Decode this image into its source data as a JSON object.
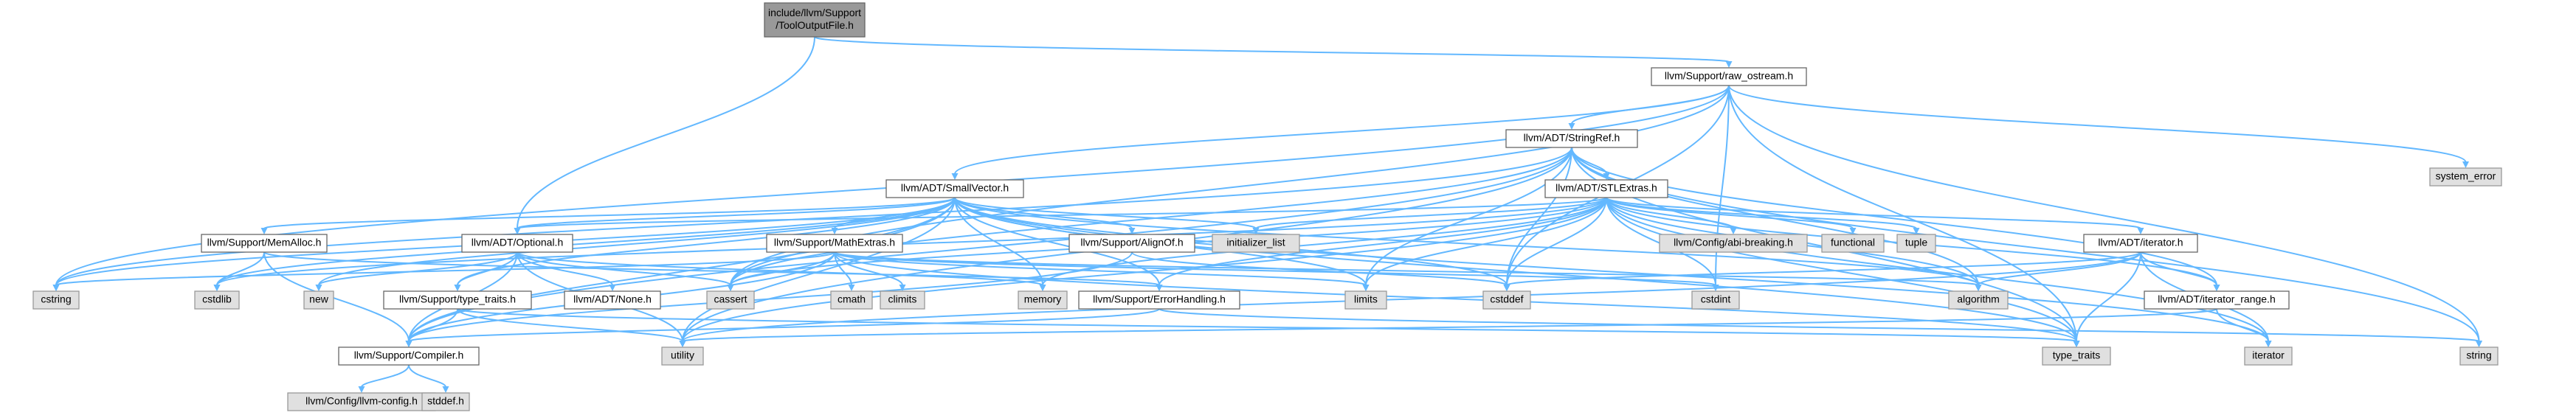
{
  "colors": {
    "root_fill": "#999999",
    "root_stroke": "#666666",
    "header_fill": "#ffffff",
    "header_stroke": "#666666",
    "system_fill": "#e0e0e0",
    "system_stroke": "#999999",
    "edge": "#63b8ff"
  },
  "nodes": [
    {
      "id": "root",
      "label": [
        "include/llvm/Support",
        "/ToolOutputFile.h"
      ],
      "kind": "root"
    },
    {
      "id": "raw_ostream",
      "label": [
        "llvm/Support/raw_ostream.h"
      ],
      "kind": "header"
    },
    {
      "id": "system_error",
      "label": [
        "system_error"
      ],
      "kind": "system"
    },
    {
      "id": "string",
      "label": [
        "string"
      ],
      "kind": "system"
    },
    {
      "id": "stringref",
      "label": [
        "llvm/ADT/StringRef.h"
      ],
      "kind": "header"
    },
    {
      "id": "smallvector",
      "label": [
        "llvm/ADT/SmallVector.h"
      ],
      "kind": "header"
    },
    {
      "id": "stlextras",
      "label": [
        "llvm/ADT/STLExtras.h"
      ],
      "kind": "header"
    },
    {
      "id": "optional",
      "label": [
        "llvm/ADT/Optional.h"
      ],
      "kind": "header"
    },
    {
      "id": "memalloc",
      "label": [
        "llvm/Support/MemAlloc.h"
      ],
      "kind": "header"
    },
    {
      "id": "mathextras",
      "label": [
        "llvm/Support/MathExtras.h"
      ],
      "kind": "header"
    },
    {
      "id": "alignof",
      "label": [
        "llvm/Support/AlignOf.h"
      ],
      "kind": "header"
    },
    {
      "id": "initializer_list",
      "label": [
        "initializer_list"
      ],
      "kind": "system"
    },
    {
      "id": "abibreaking",
      "label": [
        "llvm/Config/abi-breaking.h"
      ],
      "kind": "system"
    },
    {
      "id": "functional",
      "label": [
        "functional"
      ],
      "kind": "system"
    },
    {
      "id": "tuple",
      "label": [
        "tuple"
      ],
      "kind": "system"
    },
    {
      "id": "iterator_h",
      "label": [
        "llvm/ADT/iterator.h"
      ],
      "kind": "header"
    },
    {
      "id": "cstring",
      "label": [
        "cstring"
      ],
      "kind": "system"
    },
    {
      "id": "cstdlib",
      "label": [
        "cstdlib"
      ],
      "kind": "system"
    },
    {
      "id": "new",
      "label": [
        "new"
      ],
      "kind": "system"
    },
    {
      "id": "typetraits_h",
      "label": [
        "llvm/Support/type_traits.h"
      ],
      "kind": "header"
    },
    {
      "id": "none",
      "label": [
        "llvm/ADT/None.h"
      ],
      "kind": "header"
    },
    {
      "id": "cassert",
      "label": [
        "cassert"
      ],
      "kind": "system"
    },
    {
      "id": "cmath",
      "label": [
        "cmath"
      ],
      "kind": "system"
    },
    {
      "id": "climits",
      "label": [
        "climits"
      ],
      "kind": "system"
    },
    {
      "id": "memory",
      "label": [
        "memory"
      ],
      "kind": "system"
    },
    {
      "id": "errorhandling",
      "label": [
        "llvm/Support/ErrorHandling.h"
      ],
      "kind": "header"
    },
    {
      "id": "limits",
      "label": [
        "limits"
      ],
      "kind": "system"
    },
    {
      "id": "cstddef",
      "label": [
        "cstddef"
      ],
      "kind": "system"
    },
    {
      "id": "cstdint",
      "label": [
        "cstdint"
      ],
      "kind": "system"
    },
    {
      "id": "algorithm",
      "label": [
        "algorithm"
      ],
      "kind": "system"
    },
    {
      "id": "iterator_range",
      "label": [
        "llvm/ADT/iterator_range.h"
      ],
      "kind": "header"
    },
    {
      "id": "compiler",
      "label": [
        "llvm/Support/Compiler.h"
      ],
      "kind": "header"
    },
    {
      "id": "utility",
      "label": [
        "utility"
      ],
      "kind": "system"
    },
    {
      "id": "type_traits",
      "label": [
        "type_traits"
      ],
      "kind": "system"
    },
    {
      "id": "iterator",
      "label": [
        "iterator"
      ],
      "kind": "system"
    },
    {
      "id": "llvmconfig",
      "label": [
        "llvm/Config/llvm-config.h"
      ],
      "kind": "system"
    },
    {
      "id": "stddef",
      "label": [
        "stddef.h"
      ],
      "kind": "system"
    }
  ],
  "edges": [
    [
      "root",
      "raw_ostream"
    ],
    [
      "root",
      "optional"
    ],
    [
      "raw_ostream",
      "system_error"
    ],
    [
      "raw_ostream",
      "string"
    ],
    [
      "raw_ostream",
      "stringref"
    ],
    [
      "raw_ostream",
      "smallvector"
    ],
    [
      "raw_ostream",
      "cstring"
    ],
    [
      "raw_ostream",
      "cassert"
    ],
    [
      "raw_ostream",
      "cstddef"
    ],
    [
      "raw_ostream",
      "cstdint"
    ],
    [
      "raw_ostream",
      "type_traits"
    ],
    [
      "stringref",
      "stlextras"
    ],
    [
      "stringref",
      "compiler"
    ],
    [
      "stringref",
      "iterator_range"
    ],
    [
      "stringref",
      "algorithm"
    ],
    [
      "stringref",
      "cassert"
    ],
    [
      "stringref",
      "cstddef"
    ],
    [
      "stringref",
      "cstring"
    ],
    [
      "stringref",
      "limits"
    ],
    [
      "stringref",
      "string"
    ],
    [
      "stringref",
      "type_traits"
    ],
    [
      "stringref",
      "utility"
    ],
    [
      "smallvector",
      "memalloc"
    ],
    [
      "smallvector",
      "mathextras"
    ],
    [
      "smallvector",
      "alignof"
    ],
    [
      "smallvector",
      "optional"
    ],
    [
      "smallvector",
      "initializer_list"
    ],
    [
      "smallvector",
      "compiler"
    ],
    [
      "smallvector",
      "errorhandling"
    ],
    [
      "smallvector",
      "typetraits_h"
    ],
    [
      "smallvector",
      "algorithm"
    ],
    [
      "smallvector",
      "cassert"
    ],
    [
      "smallvector",
      "cstddef"
    ],
    [
      "smallvector",
      "cstdlib"
    ],
    [
      "smallvector",
      "cstring"
    ],
    [
      "smallvector",
      "iterator"
    ],
    [
      "smallvector",
      "limits"
    ],
    [
      "smallvector",
      "memory"
    ],
    [
      "smallvector",
      "new"
    ],
    [
      "smallvector",
      "type_traits"
    ],
    [
      "smallvector",
      "utility"
    ],
    [
      "stlextras",
      "optional"
    ],
    [
      "stlextras",
      "abibreaking"
    ],
    [
      "stlextras",
      "functional"
    ],
    [
      "stlextras",
      "tuple"
    ],
    [
      "stlextras",
      "iterator_h"
    ],
    [
      "stlextras",
      "iterator_range"
    ],
    [
      "stlextras",
      "errorhandling"
    ],
    [
      "stlextras",
      "initializer_list"
    ],
    [
      "stlextras",
      "algorithm"
    ],
    [
      "stlextras",
      "cassert"
    ],
    [
      "stlextras",
      "cstddef"
    ],
    [
      "stlextras",
      "cstdint"
    ],
    [
      "stlextras",
      "cstdlib"
    ],
    [
      "stlextras",
      "iterator"
    ],
    [
      "stlextras",
      "limits"
    ],
    [
      "stlextras",
      "memory"
    ],
    [
      "stlextras",
      "type_traits"
    ],
    [
      "stlextras",
      "utility"
    ],
    [
      "optional",
      "none"
    ],
    [
      "optional",
      "compiler"
    ],
    [
      "optional",
      "typetraits_h"
    ],
    [
      "optional",
      "cassert"
    ],
    [
      "optional",
      "memory"
    ],
    [
      "optional",
      "new"
    ],
    [
      "optional",
      "utility"
    ],
    [
      "memalloc",
      "compiler"
    ],
    [
      "memalloc",
      "errorhandling"
    ],
    [
      "memalloc",
      "cstdlib"
    ],
    [
      "mathextras",
      "compiler"
    ],
    [
      "mathextras",
      "algorithm"
    ],
    [
      "mathextras",
      "cassert"
    ],
    [
      "mathextras",
      "climits"
    ],
    [
      "mathextras",
      "cmath"
    ],
    [
      "mathextras",
      "cstdint"
    ],
    [
      "mathextras",
      "cstring"
    ],
    [
      "mathextras",
      "limits"
    ],
    [
      "mathextras",
      "type_traits"
    ],
    [
      "alignof",
      "compiler"
    ],
    [
      "alignof",
      "cstddef"
    ],
    [
      "typetraits_h",
      "compiler"
    ],
    [
      "typetraits_h",
      "type_traits"
    ],
    [
      "typetraits_h",
      "utility"
    ],
    [
      "iterator_h",
      "iterator_range"
    ],
    [
      "iterator_h",
      "algorithm"
    ],
    [
      "iterator_h",
      "cstddef"
    ],
    [
      "iterator_h",
      "iterator"
    ],
    [
      "iterator_h",
      "type_traits"
    ],
    [
      "iterator_h",
      "utility"
    ],
    [
      "iterator_range",
      "iterator"
    ],
    [
      "iterator_range",
      "utility"
    ],
    [
      "errorhandling",
      "compiler"
    ],
    [
      "errorhandling",
      "string"
    ],
    [
      "compiler",
      "llvmconfig"
    ],
    [
      "compiler",
      "stddef"
    ]
  ]
}
